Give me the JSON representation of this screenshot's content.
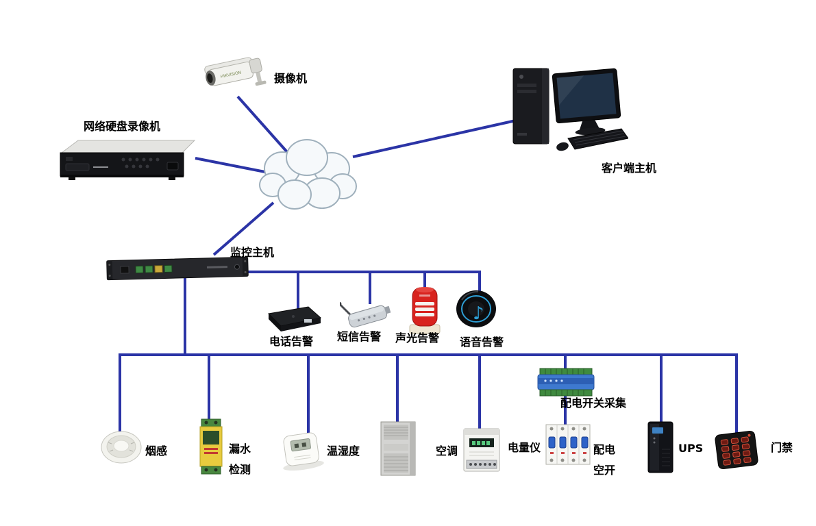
{
  "diagram": {
    "line_color": "#2b34a6",
    "labels": {
      "camera": "摄像机",
      "nvr": "网络硬盘录像机",
      "client": "客户端主机",
      "monitor_host": "监控主机",
      "phone_alarm": "电话告警",
      "sms_alarm": "短信告警",
      "sound_light_alarm": "声光告警",
      "voice_alarm": "语音告警",
      "smoke_sensor": "烟感",
      "leak_line1": "漏水",
      "leak_line2": "检测",
      "temp_humidity": "温湿度",
      "air_conditioner": "空调",
      "power_meter": "电量仪",
      "dist_switch_collector": "配电开关采集",
      "breaker_line1": "配电",
      "breaker_line2": "空开",
      "ups": "UPS",
      "access_control": "门禁"
    },
    "device_text": {
      "camera_brand": "HIKVISION"
    },
    "icons": {
      "music_note": "♪"
    }
  }
}
